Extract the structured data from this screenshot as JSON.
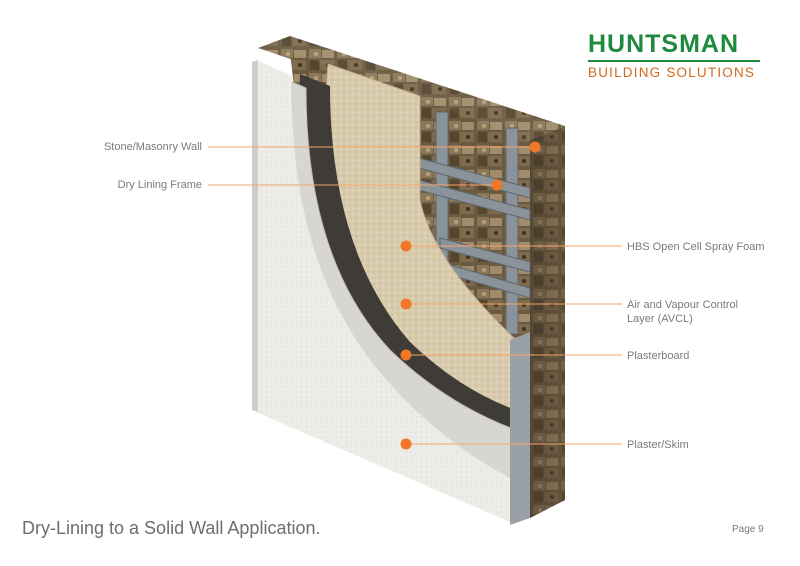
{
  "logo": {
    "brand": "HUNTSMAN",
    "tagline": "BUILDING SOLUTIONS",
    "brand_color": "#1f8a3d",
    "tagline_color": "#d2691e"
  },
  "labels": {
    "stone_masonry_wall": "Stone/Masonry Wall",
    "dry_lining_frame": "Dry Lining Frame",
    "spray_foam": "HBS Open Cell Spray Foam",
    "avcl_line1": "Air and Vapour Control",
    "avcl_line2": "Layer (AVCL)",
    "plasterboard": "Plasterboard",
    "plaster_skim": "Plaster/Skim"
  },
  "caption": "Dry-Lining to a Solid Wall Application.",
  "page_number": "Page 9",
  "colors": {
    "callout": "#f07828",
    "callout_line": "#f4a46a"
  }
}
